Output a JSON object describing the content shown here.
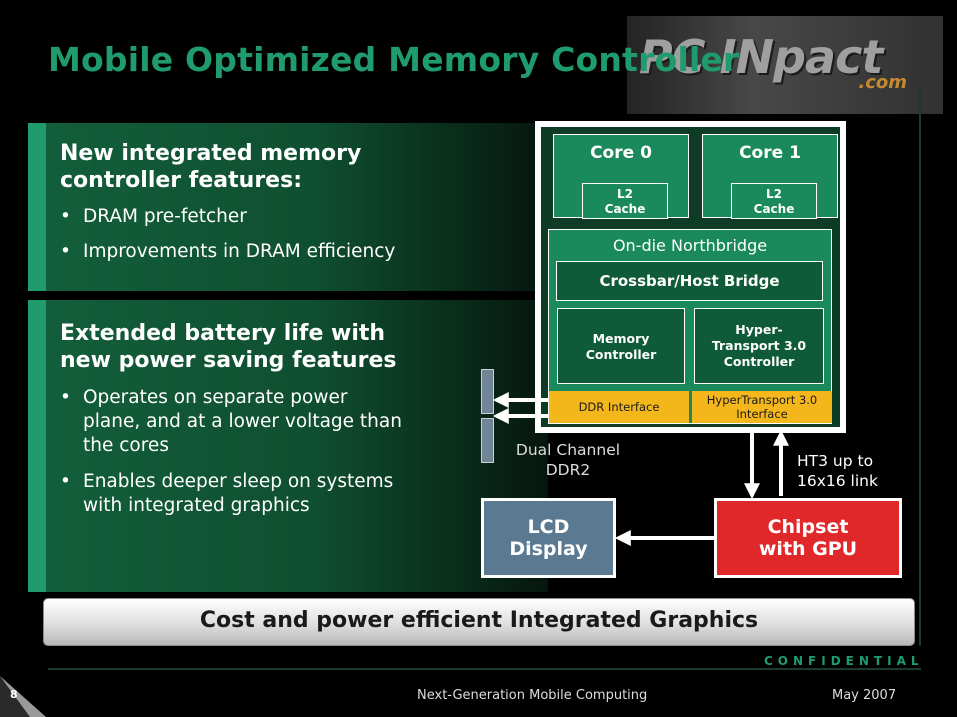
{
  "slide": {
    "title": "Mobile Optimized Memory Controller",
    "watermark": {
      "text": "PC INpact",
      "sub": ".com"
    },
    "confidential": "CONFIDENTIAL",
    "page_number": "8",
    "footer_center": "Next-Generation Mobile Computing",
    "footer_right": "May 2007"
  },
  "panel1": {
    "heading_line1": "New integrated memory",
    "heading_line2": "controller features:",
    "bullets": [
      {
        "lines": [
          "DRAM pre-fetcher"
        ]
      },
      {
        "lines": [
          "Improvements in DRAM efficiency"
        ]
      }
    ]
  },
  "panel2": {
    "heading_line1": "Extended battery life with",
    "heading_line2": "new power saving features",
    "bullets": [
      {
        "lines": [
          "Operates on separate power",
          "plane, and at a lower voltage than",
          "the cores"
        ]
      },
      {
        "lines": [
          "Enables deeper sleep on systems",
          "with integrated graphics"
        ]
      }
    ]
  },
  "diagram": {
    "core0": "Core 0",
    "core1": "Core 1",
    "l2_line1": "L2",
    "l2_line2": "Cache",
    "northbridge": "On-die Northbridge",
    "crossbar": "Crossbar/Host Bridge",
    "memctrl_line1": "Memory",
    "memctrl_line2": "Controller",
    "ht_line1": "Hyper-",
    "ht_line2": "Transport 3.0",
    "ht_line3": "Controller",
    "ddr_interface": "DDR Interface",
    "ht_interface_line1": "HyperTransport 3.0",
    "ht_interface_line2": "Interface",
    "dual_line1": "Dual Channel",
    "dual_line2": "DDR2",
    "ht3_line1": "HT3 up to",
    "ht3_line2": "16x16 link",
    "lcd_line1": "LCD",
    "lcd_line2": "Display",
    "chipset_line1": "Chipset",
    "chipset_line2": "with GPU"
  },
  "banner": "Cost and power efficient Integrated Graphics",
  "colors": {
    "accent_green": "#1f9b6e",
    "chip_green": "#1a8a5c",
    "interface_yellow": "#f4b71b",
    "chipset_red": "#e0282a",
    "lcd_blue": "#5b7a91"
  }
}
